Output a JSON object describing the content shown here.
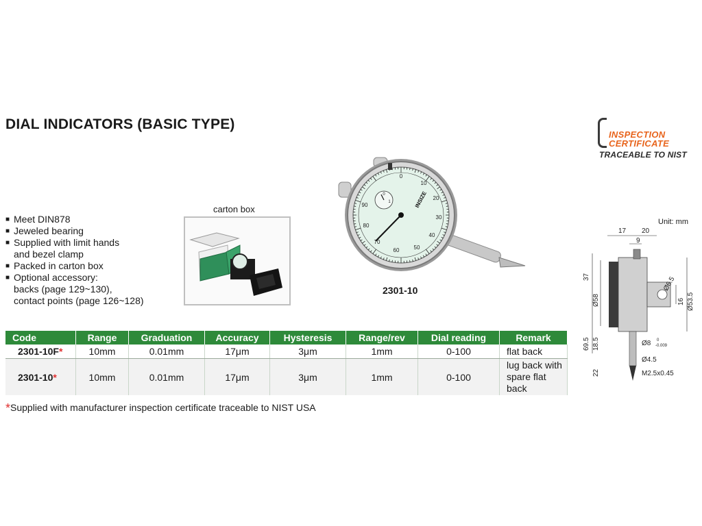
{
  "title": "DIAL INDICATORS (BASIC TYPE)",
  "certificate": {
    "line1": "INSPECTION",
    "line2": "CERTIFICATE",
    "line3": "TRACEABLE TO NIST"
  },
  "features": [
    "Meet DIN878",
    "Jeweled bearing",
    "Supplied with limit hands",
    "and bezel clamp",
    "Packed in carton box",
    "Optional accessory:",
    "backs (page 129~130),",
    "contact points (page 126~128)"
  ],
  "carton_label": "carton box",
  "gauge": {
    "model": "2301-10",
    "brand": "INSIZE",
    "dial_numbers": [
      "0",
      "10",
      "20",
      "30",
      "40",
      "50",
      "60",
      "70",
      "80",
      "90"
    ],
    "inner_numbers": [
      "0",
      "1"
    ]
  },
  "drawing": {
    "unit": "Unit: mm",
    "dims": {
      "d17": "17",
      "d20": "20",
      "d9": "9",
      "d37": "37",
      "d58": "Ø58",
      "d65": "Ø6.5",
      "d16": "16",
      "d535": "Ø53.5",
      "d695": "69.5",
      "d185": "18.5",
      "d8": "Ø8",
      "d8tol": "0",
      "d8tol2": "-0.009",
      "d45": "Ø4.5",
      "d22": "22",
      "m25": "M2.5x0.45"
    }
  },
  "table": {
    "headers": [
      "Code",
      "Range",
      "Graduation",
      "Accuracy",
      "Hysteresis",
      "Range/rev",
      "Dial reading",
      "Remark"
    ],
    "rows": [
      {
        "code": "2301-10F",
        "range": "10mm",
        "graduation": "0.01mm",
        "accuracy": "17μm",
        "hysteresis": "3μm",
        "range_rev": "1mm",
        "dial_reading": "0-100",
        "remark": "flat back",
        "remark2": ""
      },
      {
        "code": "2301-10",
        "range": "10mm",
        "graduation": "0.01mm",
        "accuracy": "17μm",
        "hysteresis": "3μm",
        "range_rev": "1mm",
        "dial_reading": "0-100",
        "remark": "lug back with",
        "remark2": "spare flat back"
      }
    ],
    "star": "*"
  },
  "footnote": {
    "star": "*",
    "text": "Supplied with manufacturer inspection certificate traceable to NIST USA"
  },
  "colors": {
    "header_green": "#2e8a3a",
    "star_red": "#e03030",
    "cert_orange": "#e8641c"
  }
}
